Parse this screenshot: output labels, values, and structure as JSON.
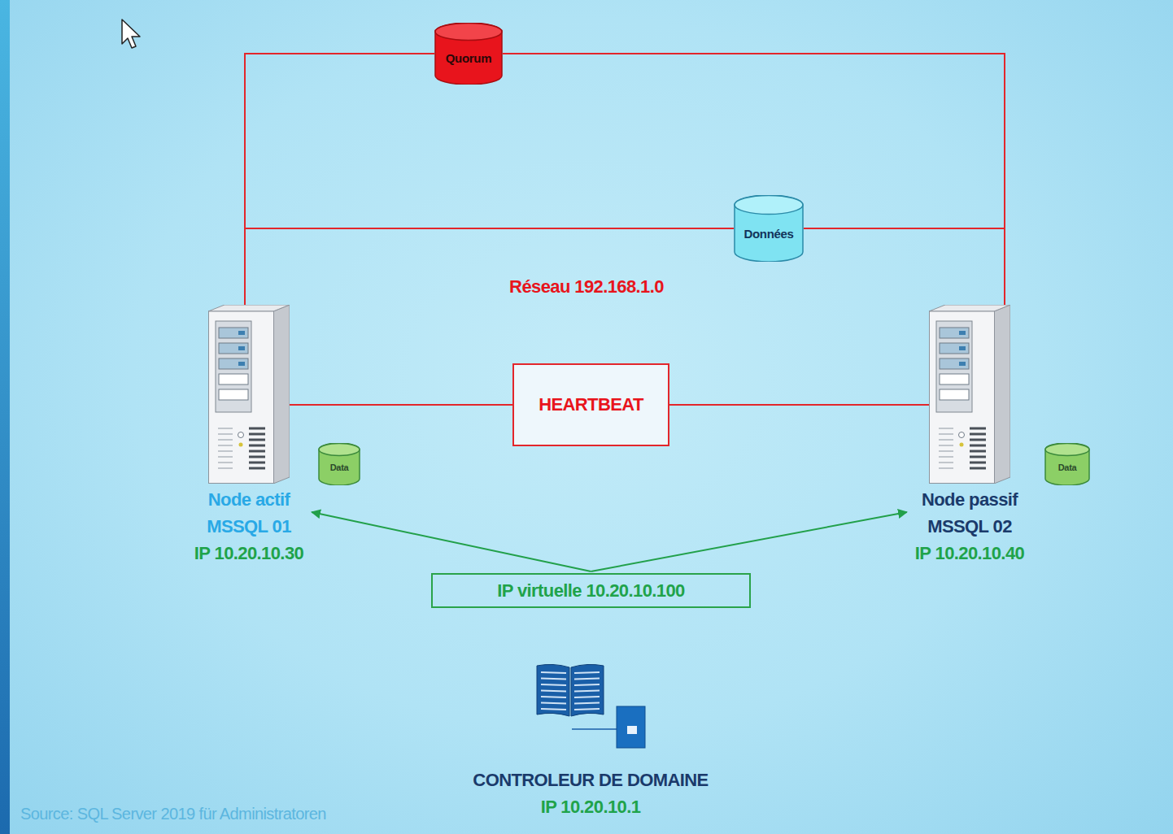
{
  "diagram": {
    "nodes": [
      {
        "text": [
          "Quorum"
        ]
      },
      {
        "text": [
          "Données"
        ]
      },
      {
        "text": [
          "Node actif",
          "MSSQL 01",
          "IP 10.20.10.30"
        ]
      },
      {
        "text": [
          "Data"
        ]
      },
      {
        "text": [
          "HEARTBEAT"
        ]
      },
      {
        "text": [
          "Node passif",
          "MSSQL 02",
          "IP 10.20.10.40"
        ]
      },
      {
        "text": [
          "Data"
        ]
      },
      {
        "text": [
          "IP virtuelle 10.20.10.100"
        ]
      },
      {
        "text": [
          "CONTROLEUR DE DOMAINE",
          "IP 10.20.10.1"
        ]
      }
    ],
    "edges": [
      {
        "from": 0,
        "to": 2,
        "arrow": "none"
      },
      {
        "from": 0,
        "to": 5,
        "arrow": "none"
      },
      {
        "from": 1,
        "to": 2,
        "arrow": "none"
      },
      {
        "from": 1,
        "to": 5,
        "arrow": "none"
      },
      {
        "from": 2,
        "to": 4,
        "arrow": "none"
      },
      {
        "from": 4,
        "to": 5,
        "arrow": "none"
      },
      {
        "from": 7,
        "to": 2,
        "arrow": "to"
      },
      {
        "from": 7,
        "to": 5,
        "arrow": "to"
      }
    ],
    "labels": [
      "Réseau 192.168.1.0",
      "Source: SQL Server 2019 für Administratoren"
    ]
  }
}
